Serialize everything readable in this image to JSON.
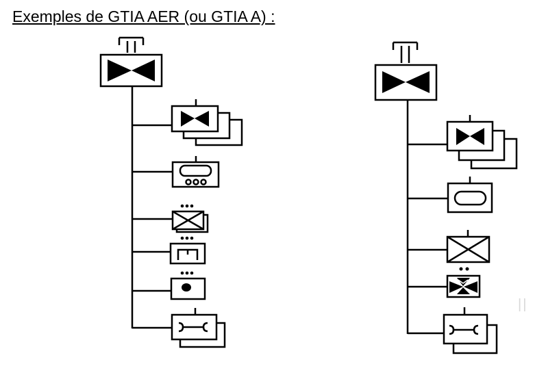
{
  "title": "Exemples de GTIA AER (ou GTIA A) :",
  "colors": {
    "stroke": "#000000",
    "background": "#ffffff"
  },
  "diagrams": [
    {
      "name": "left-org-chart",
      "headquarters_symbol": "armor-headquarters-regiment",
      "subordinates": [
        "armor-company-group",
        "armored-reconnaissance-platoon",
        "armored-infantry-platoon-multiple",
        "engineer-platoon",
        "artillery-platoon",
        "maintenance-group"
      ]
    },
    {
      "name": "right-org-chart",
      "headquarters_symbol": "armor-headquarters-regiment",
      "subordinates": [
        "armor-company-group",
        "armored-unit-company",
        "infantry-company",
        "air-defense-section",
        "maintenance-group"
      ]
    }
  ],
  "faint_mark": "||"
}
